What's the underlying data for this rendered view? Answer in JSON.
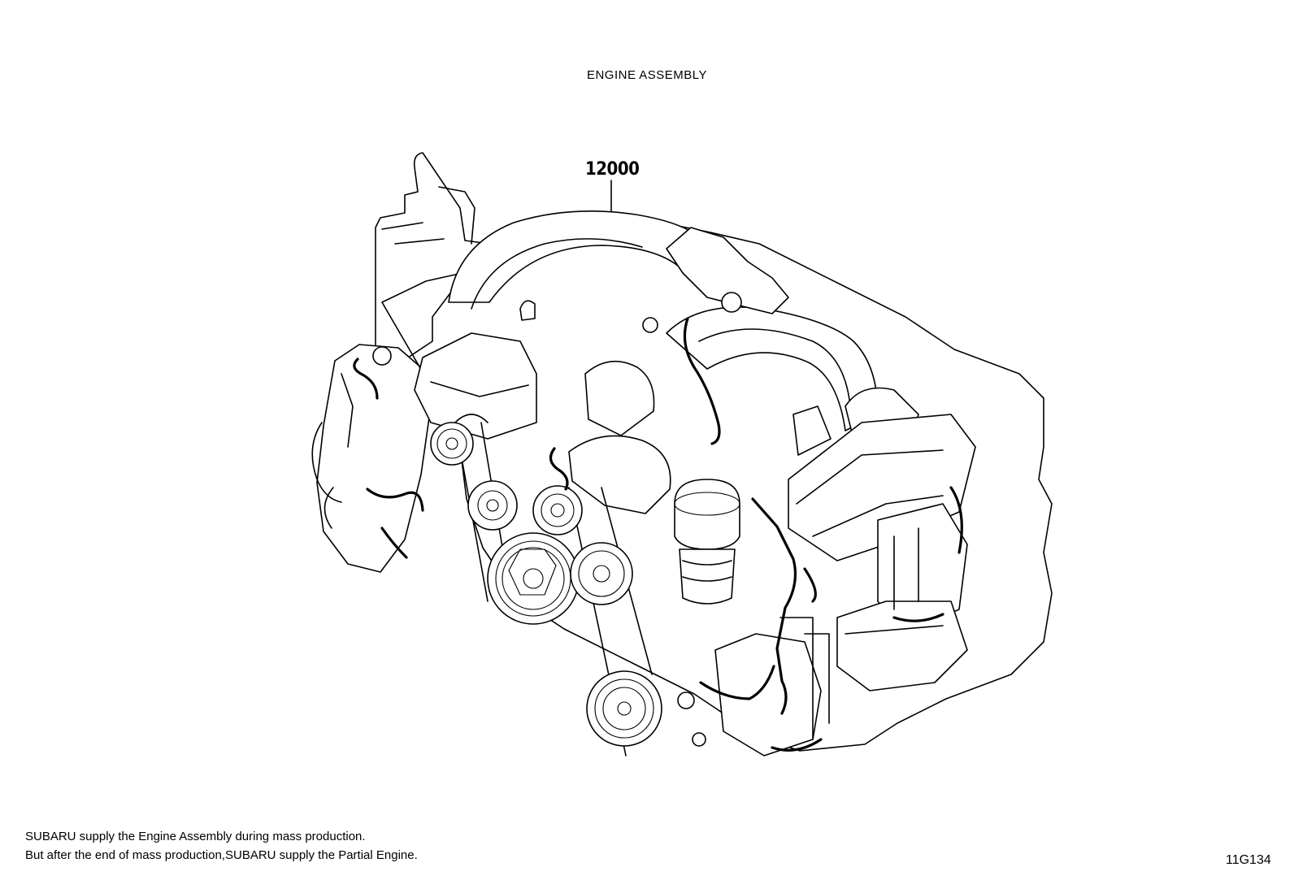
{
  "diagram": {
    "title": "ENGINE ASSEMBLY",
    "callout": "12000",
    "notes": [
      "SUBARU supply the Engine Assembly during mass production.",
      "But after the end of mass production,SUBARU supply the Partial Engine."
    ],
    "figure_code": "11G134"
  }
}
